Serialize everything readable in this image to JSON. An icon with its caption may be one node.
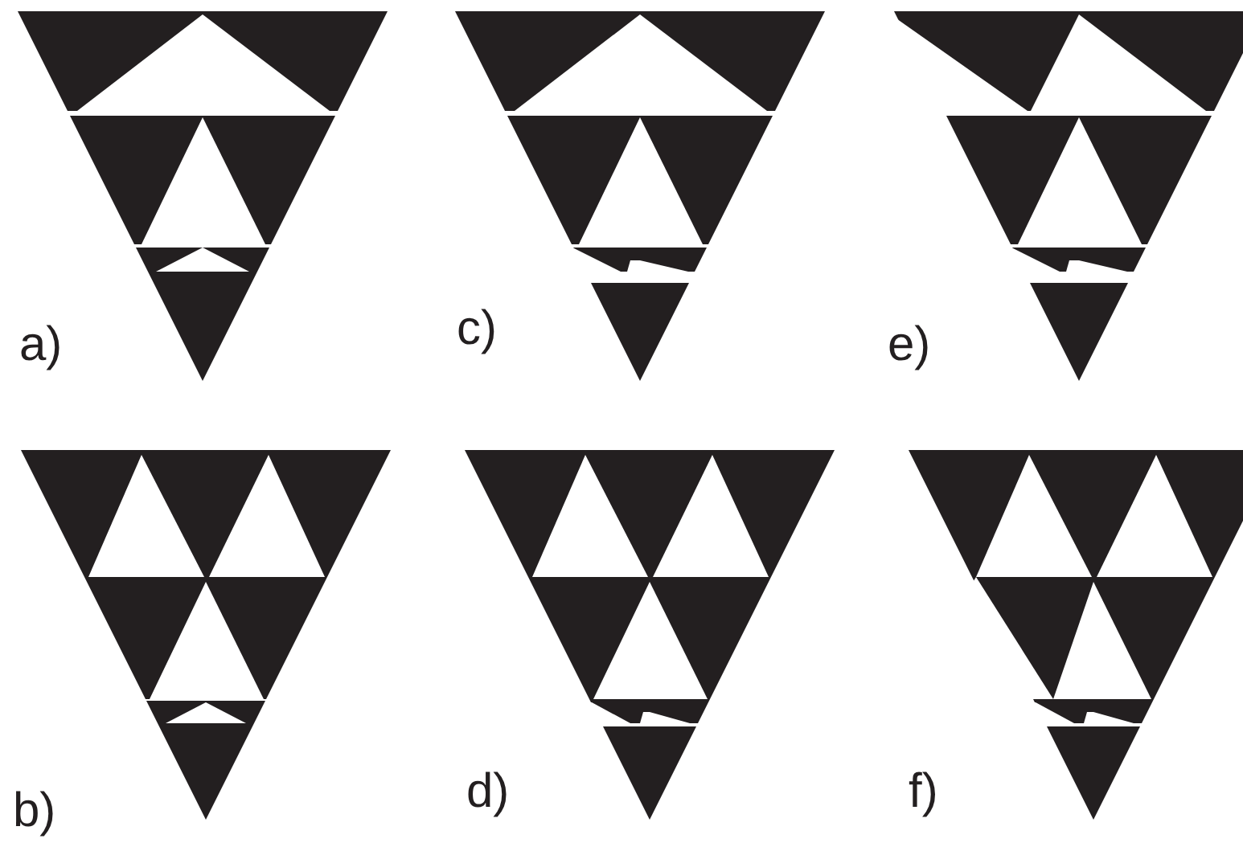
{
  "diagram": {
    "labels": [
      "a)",
      "c)",
      "e)",
      "b)",
      "d)",
      "f)"
    ]
  }
}
